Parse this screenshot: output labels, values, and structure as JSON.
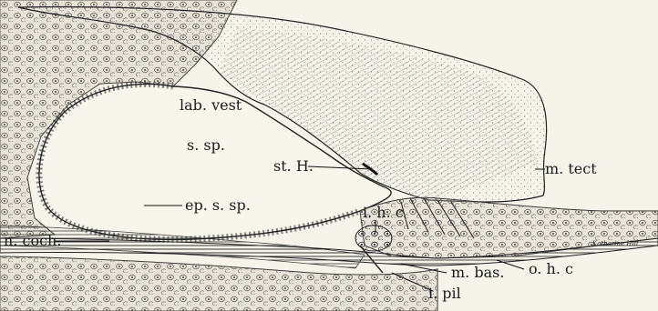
{
  "figure": {
    "labels": {
      "lab_vest": "lab. vest",
      "s_sp": "s. sp.",
      "st_h": "st. H.",
      "m_tect": "m. tect",
      "ep_s_sp": "ep. s. sp.",
      "i_h_c": "i. h. c",
      "n_coch": "n. coch.",
      "m_bas": "m. bas.",
      "o_h_c": "o. h. c",
      "i_pil": "i. pil"
    },
    "signature": "Katharine Hill",
    "colors": {
      "ink": "#1a1a1a",
      "paper": "#f6f3ea",
      "tissue": "#d9d4c4",
      "membrane": "#e9e5d8"
    }
  }
}
